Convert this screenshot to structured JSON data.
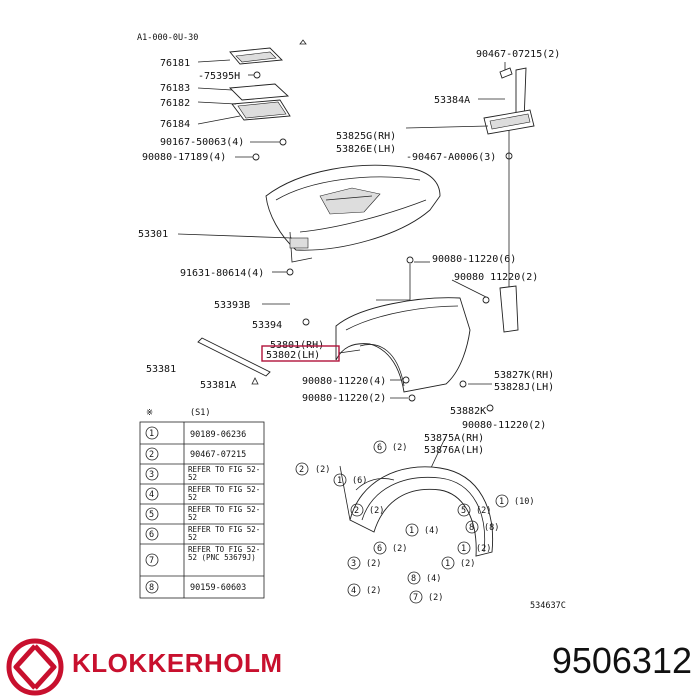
{
  "diagram": {
    "header_code": "A1-000-0U-30",
    "footer_code": "534637C",
    "labels": [
      {
        "id": "l1",
        "text": "76181"
      },
      {
        "id": "l2",
        "text": "-75395H"
      },
      {
        "id": "l3",
        "text": "76183"
      },
      {
        "id": "l4",
        "text": "76182"
      },
      {
        "id": "l5",
        "text": "76184"
      },
      {
        "id": "l6",
        "text": "90167-50063(4)"
      },
      {
        "id": "l7",
        "text": "90080-17189(4)"
      },
      {
        "id": "l8",
        "text": "90467-07215(2)"
      },
      {
        "id": "l9",
        "text": "53384A"
      },
      {
        "id": "l10",
        "text": "53825G(RH)"
      },
      {
        "id": "l11",
        "text": "53826E(LH)"
      },
      {
        "id": "l12",
        "text": "-90467-A0006(3)"
      },
      {
        "id": "l13",
        "text": "53301"
      },
      {
        "id": "l14",
        "text": "91631-80614(4)"
      },
      {
        "id": "l15",
        "text": "90080-11220(6)"
      },
      {
        "id": "l16",
        "text": "90080 11220(2)"
      },
      {
        "id": "l17",
        "text": "53393B"
      },
      {
        "id": "l18",
        "text": "53394"
      },
      {
        "id": "l19",
        "text": "53801(RH)"
      },
      {
        "id": "l20",
        "text": "53802(LH)"
      },
      {
        "id": "l21",
        "text": "53381"
      },
      {
        "id": "l22",
        "text": "53381A"
      },
      {
        "id": "l23",
        "text": "90080-11220(4)"
      },
      {
        "id": "l24",
        "text": "90080-11220(2)"
      },
      {
        "id": "l25",
        "text": "53827K(RH)"
      },
      {
        "id": "l26",
        "text": "53828J(LH)"
      },
      {
        "id": "l27",
        "text": "53882K"
      },
      {
        "id": "l28",
        "text": "90080-11220(2)"
      },
      {
        "id": "l29",
        "text": "53875A(RH)"
      },
      {
        "id": "l30",
        "text": "53876A(LH)"
      }
    ],
    "table": {
      "header": [
        "※",
        "(S1)"
      ],
      "rows": [
        {
          "num": "1",
          "code": "90189-06236"
        },
        {
          "num": "2",
          "code": "90467-07215"
        },
        {
          "num": "3",
          "code": "REFER TO FIG 52-52"
        },
        {
          "num": "4",
          "code": "REFER TO FIG 52-52"
        },
        {
          "num": "5",
          "code": "REFER TO FIG 52-52"
        },
        {
          "num": "6",
          "code": "REFER TO FIG 52-52"
        },
        {
          "num": "7",
          "code": "REFER TO FIG 52-52 (PNC 53679J)"
        },
        {
          "num": "8",
          "code": "90159-60603"
        }
      ]
    },
    "callouts": [
      {
        "num": "6",
        "qty": "(2)"
      },
      {
        "num": "2",
        "qty": "(2)"
      },
      {
        "num": "1",
        "qty": "(6)"
      },
      {
        "num": "1",
        "qty": "(10)"
      },
      {
        "num": "5",
        "qty": "(2)"
      },
      {
        "num": "2",
        "qty": "(2)"
      },
      {
        "num": "1",
        "qty": "(4)"
      },
      {
        "num": "8",
        "qty": "(8)"
      },
      {
        "num": "6",
        "qty": "(2)"
      },
      {
        "num": "1",
        "qty": "(2)"
      },
      {
        "num": "3",
        "qty": "(2)"
      },
      {
        "num": "1",
        "qty": "(2)"
      },
      {
        "num": "8",
        "qty": "(4)"
      },
      {
        "num": "4",
        "qty": "(2)"
      },
      {
        "num": "7",
        "qty": "(2)"
      }
    ]
  },
  "brand": {
    "name": "KLOKKERHOLM",
    "color": "#c8102e",
    "logo_icon": "klokkerholm-logo-icon"
  },
  "part_number": "9506312"
}
